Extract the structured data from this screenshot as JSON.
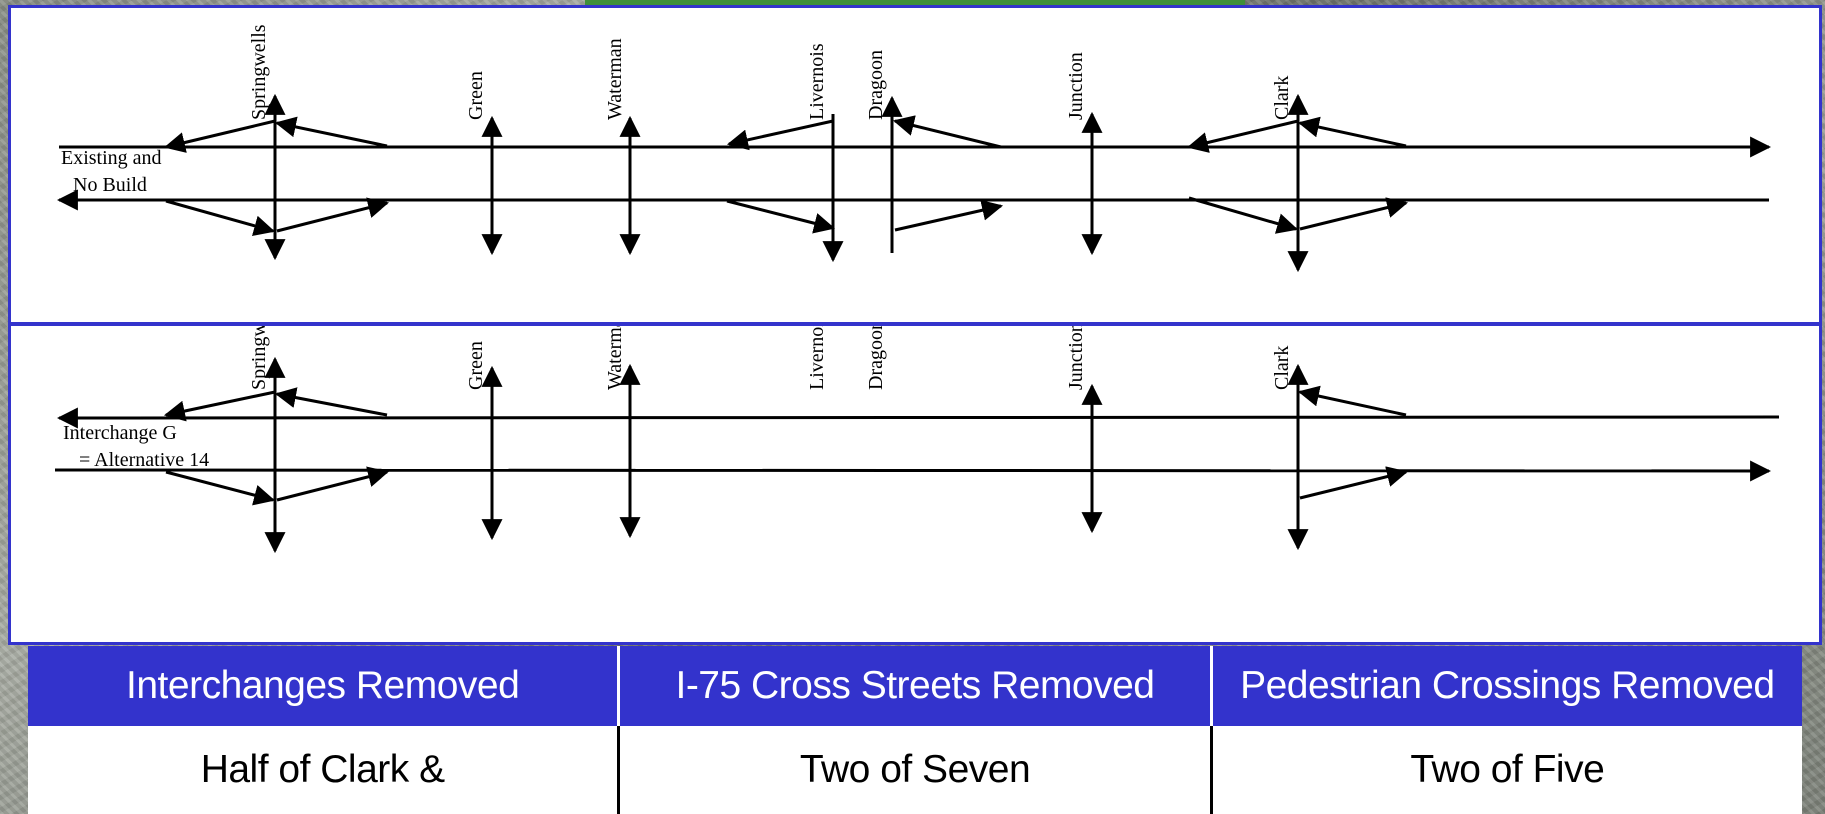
{
  "diagrams": {
    "top": {
      "label_lines": [
        "Existing and",
        "No Build"
      ],
      "streets": [
        "Springwells",
        "Green",
        "Waterman",
        "Livernois",
        "Dragoon",
        "Junction",
        "Clark"
      ]
    },
    "bottom": {
      "label_lines": [
        "Interchange G",
        "= Alternative 14"
      ],
      "streets": [
        "Springwells",
        "Green",
        "Waterman",
        "Livernois",
        "Dragoon",
        "Junction",
        "Clark"
      ]
    }
  },
  "table": {
    "headers": [
      "Interchanges Removed",
      "I-75 Cross Streets Removed",
      "Pedestrian Crossings Removed"
    ],
    "values": [
      "Half of Clark &",
      "Two of Seven",
      "Two of Five"
    ]
  },
  "colors": {
    "panel_border": "#3333cc",
    "header_bg": "#3333cc",
    "header_text": "#ffffff",
    "line": "#000000"
  }
}
